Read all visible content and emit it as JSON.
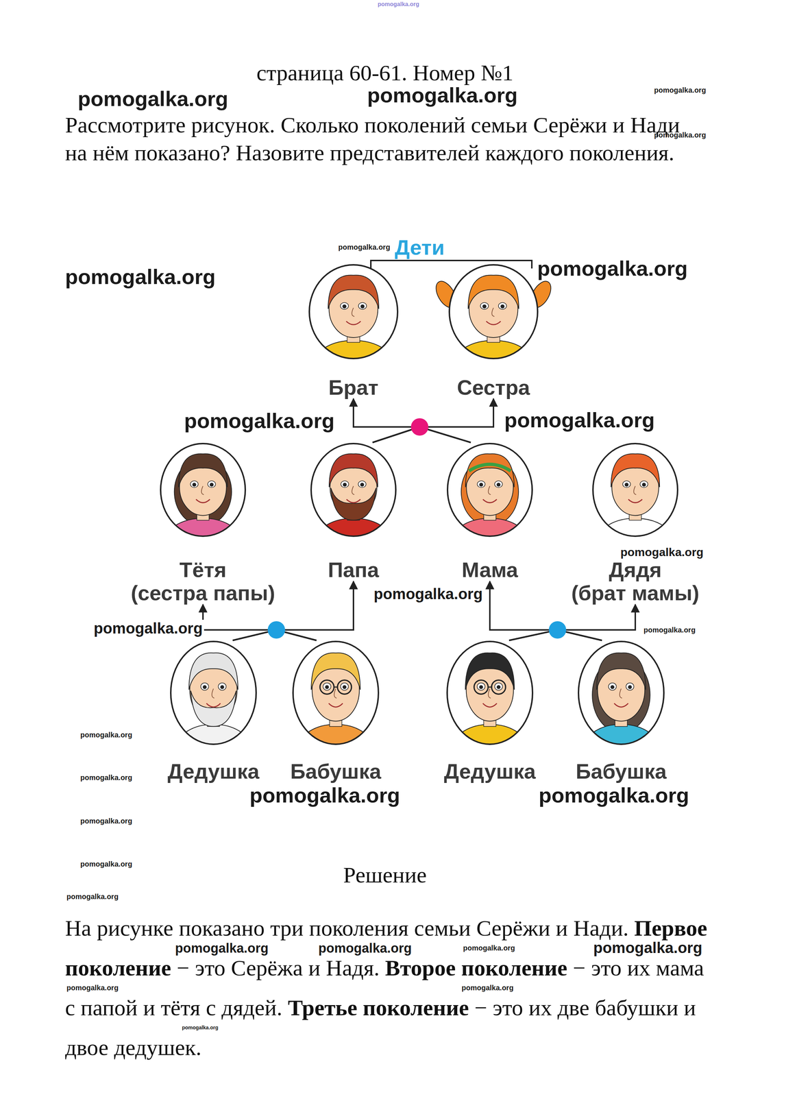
{
  "diagram": {
    "title": "страница 60-61. Номер №1",
    "nodes": [
      {
        "text": [
          "Брат"
        ]
      },
      {
        "text": [
          "Сестра"
        ]
      },
      {
        "text": [
          "Тётя",
          "(сестра папы)"
        ]
      },
      {
        "text": [
          "Папа"
        ]
      },
      {
        "text": [
          "Мама"
        ]
      },
      {
        "text": [
          "Дядя",
          "(брат мамы)"
        ]
      },
      {
        "text": [
          "Дедушка"
        ]
      },
      {
        "text": [
          "Бабушка"
        ]
      },
      {
        "text": [
          "Дедушка"
        ]
      },
      {
        "text": [
          "Бабушка"
        ]
      }
    ],
    "edges": [
      {
        "from": 3,
        "to": 0,
        "arrow": "to"
      },
      {
        "from": 3,
        "to": 1,
        "arrow": "to"
      },
      {
        "from": 4,
        "to": 0,
        "arrow": "to"
      },
      {
        "from": 4,
        "to": 1,
        "arrow": "to"
      },
      {
        "from": 6,
        "to": 2,
        "arrow": "to"
      },
      {
        "from": 6,
        "to": 3,
        "arrow": "to"
      },
      {
        "from": 7,
        "to": 2,
        "arrow": "to"
      },
      {
        "from": 7,
        "to": 3,
        "arrow": "to"
      },
      {
        "from": 8,
        "to": 4,
        "arrow": "to"
      },
      {
        "from": 8,
        "to": 5,
        "arrow": "to"
      },
      {
        "from": 9,
        "to": 4,
        "arrow": "to"
      },
      {
        "from": 9,
        "to": 5,
        "arrow": "to"
      }
    ],
    "labels": [
      "Рассмотрите рисунок. Сколько поколений семьи Серёжи и Нади на нём показано? Назовите представителей каждого поколения.",
      "Дети",
      "pomogalka.org",
      "pomogalka.org",
      "pomogalka.org",
      "pomogalka.org",
      "pomogalka.org",
      "pomogalka.org",
      "pomogalka.org",
      "pomogalka.org",
      "pomogalka.org",
      "pomogalka.org",
      "pomogalka.org",
      "pomogalka.org",
      "pomogalka.org",
      "pomogalka.org",
      "pomogalka.org",
      "pomogalka.org",
      "pomogalka.org",
      "pomogalka.org",
      "pomogalka.org",
      "pomogalka.org",
      "pomogalka.org",
      "pomogalka.org",
      "pomogalka.org",
      "pomogalka.org",
      "pomogalka.org",
      "pomogalka.org",
      "pomogalka.org",
      "pomogalka.org",
      "Решение",
      "На рисунке показано три поколения семьи Серёжи и Нади.",
      "Первое поколение",
      "− это Серёжа и Надя.",
      "Второе поколение",
      "− это их мама с папой и тётя с дядей.",
      "Третье поколение",
      "− это их две бабушки и двое дедушек."
    ]
  }
}
